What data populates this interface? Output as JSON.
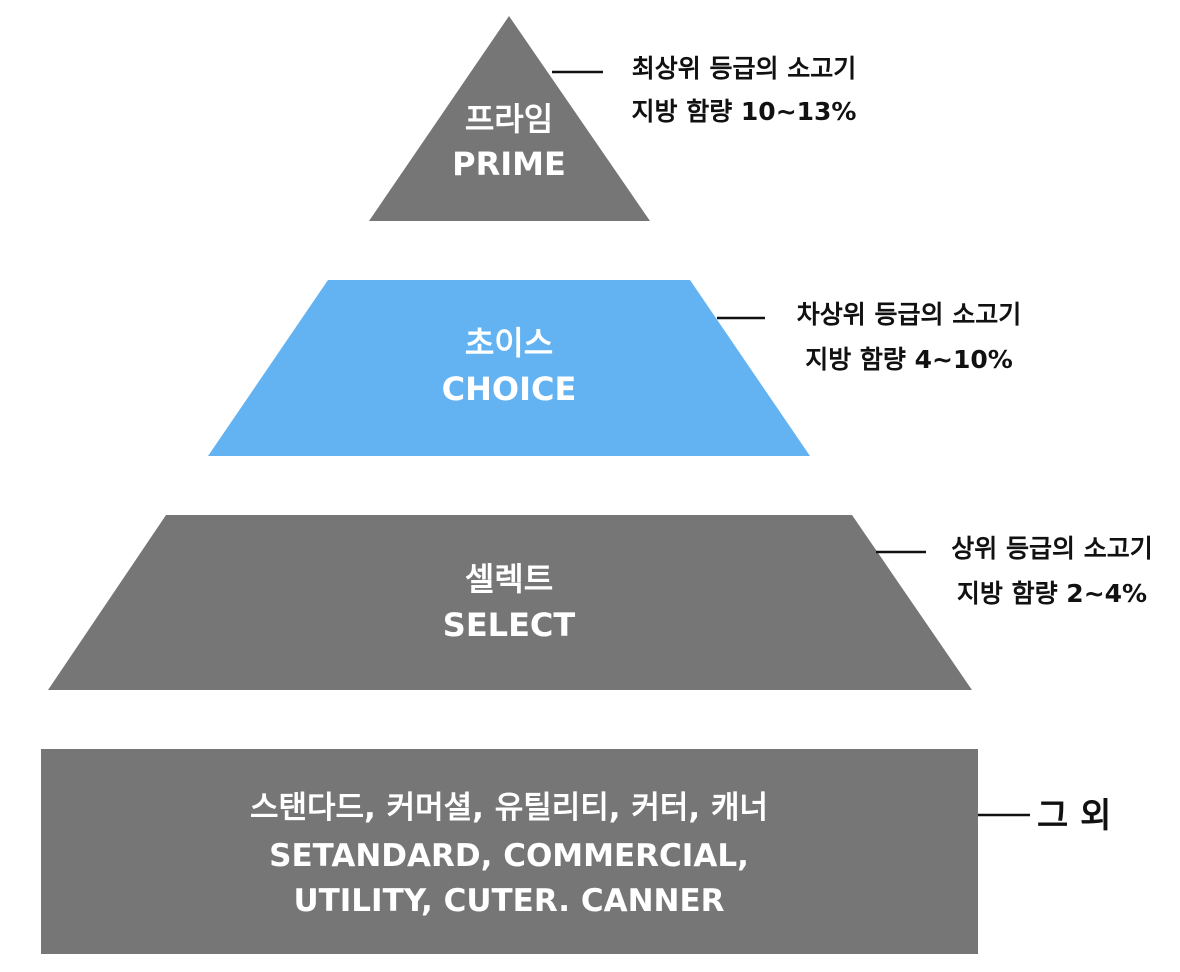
{
  "colors": {
    "gray": "#767676",
    "blue": "#63b3f3",
    "note": "#111111",
    "label": "#ffffff"
  },
  "tiers": [
    {
      "korean": "프라임",
      "english": "PRIME",
      "color": "#767676",
      "note_line1": "최상위 등급의 소고기",
      "note_line2": "지방 함량 10~13%"
    },
    {
      "korean": "초이스",
      "english": "CHOICE",
      "color": "#63b3f3",
      "note_line1": "차상위 등급의 소고기",
      "note_line2": "지방 함량 4~10%"
    },
    {
      "korean": "셀렉트",
      "english": "SELECT",
      "color": "#767676",
      "note_line1": "상위 등급의 소고기",
      "note_line2": "지방 함량 2~4%"
    }
  ],
  "base": {
    "line1": "스탠다드, 커머셜, 유틸리티, 커터, 캐너",
    "line2": "SETANDARD, COMMERCIAL,",
    "line3": "UTILITY, CUTER. CANNER",
    "color": "#767676",
    "note": "그 외"
  }
}
